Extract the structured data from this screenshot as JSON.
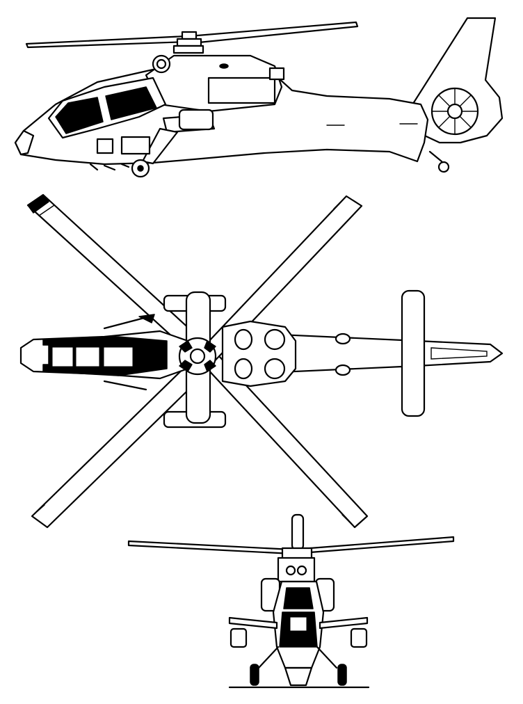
{
  "figure": {
    "subject": "helicopter",
    "views": [
      "side",
      "top",
      "front"
    ],
    "line_color": "#000000",
    "background_color": "#ffffff"
  }
}
